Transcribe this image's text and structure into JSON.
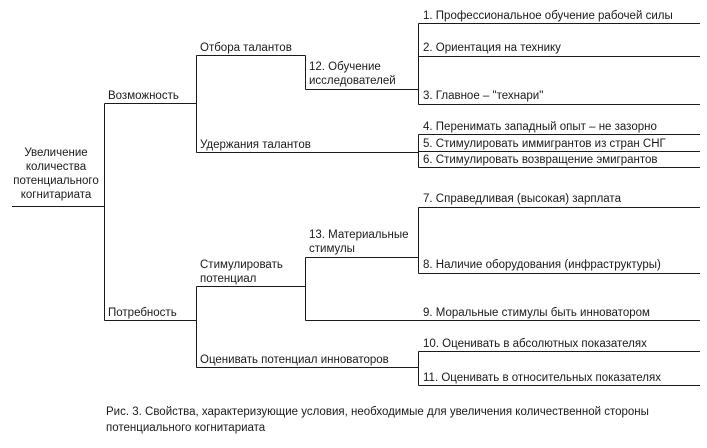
{
  "root": {
    "lines": [
      "Увеличение",
      "количества",
      "потенциального",
      "когнитариата"
    ]
  },
  "level1": [
    {
      "id": "opportunity",
      "label": "Возможность"
    },
    {
      "id": "need",
      "label": "Потребность"
    }
  ],
  "level2": [
    {
      "id": "select",
      "label": "Отбора талантов"
    },
    {
      "id": "retain",
      "label": "Удержания талантов"
    },
    {
      "id": "stimulate",
      "lines": [
        "Стимулировать",
        "потенциал"
      ]
    },
    {
      "id": "evaluate",
      "label": "Оценивать потенциал инноваторов"
    }
  ],
  "level3": [
    {
      "id": "n12",
      "lines": [
        "12. Обучение",
        "исследователей"
      ]
    },
    {
      "id": "n13",
      "lines": [
        "13. Материальные",
        "стимулы"
      ]
    }
  ],
  "leaves": [
    "1. Профессиональное обучение рабочей силы",
    "2. Ориентация на технику",
    "3. Главное – \"технари\"",
    "4. Перенимать западный опыт – не зазорно",
    "5. Стимулировать иммигрантов из стран СНГ",
    "6. Стимулировать возвращение эмигрантов",
    "7. Справедливая (высокая) зарплата",
    "8. Наличие оборудования (инфраструктуры)",
    "9. Моральные стимулы быть инноватором",
    "10. Оценивать в абсолютных показателях",
    "11. Оценивать в относительных показателях"
  ],
  "caption": "Рис. 3. Свойства, характеризующие условия, необходимые для увеличения количественной стороны потенциального когнитариата",
  "colors": {
    "line": "#1a1a1a",
    "text": "#1a1a1a",
    "background": "#ffffff"
  }
}
